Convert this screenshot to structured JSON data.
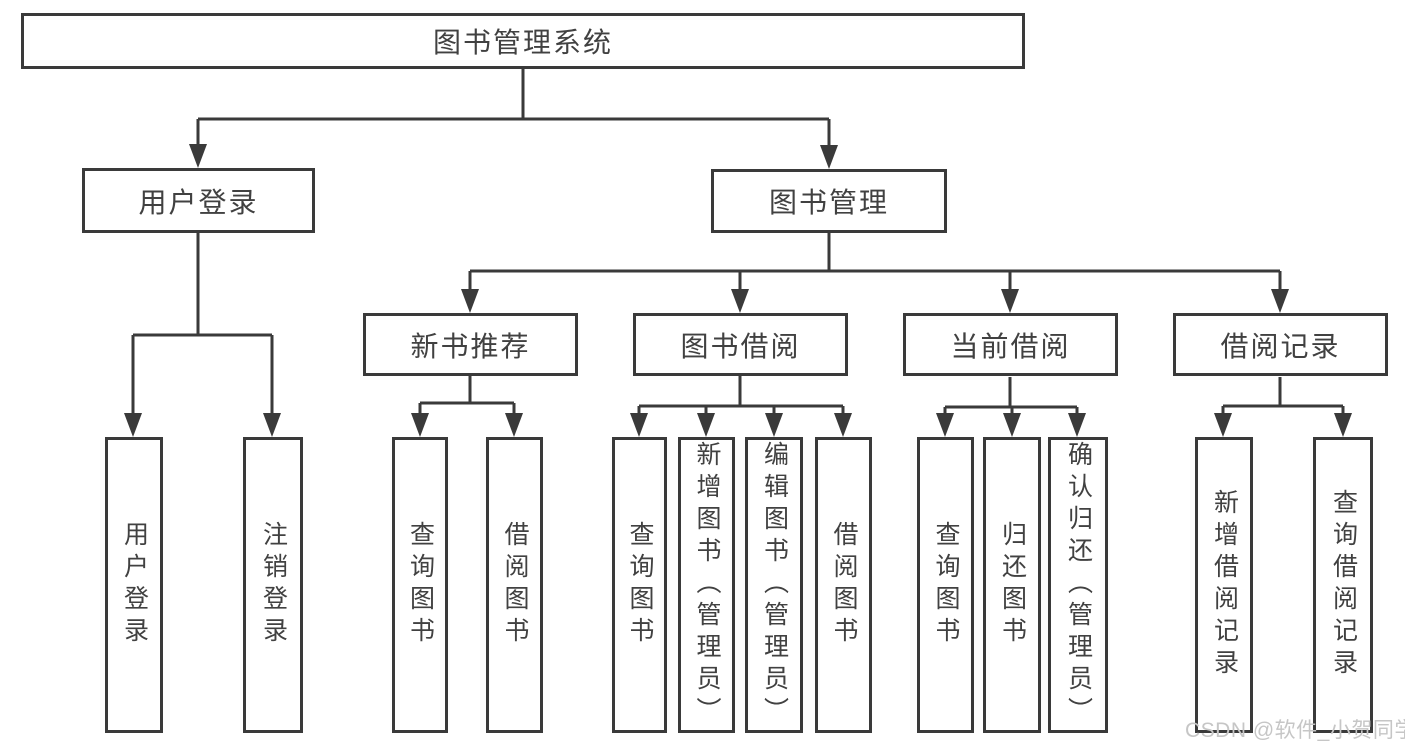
{
  "diagram": {
    "title": "图书管理系统",
    "branches": [
      {
        "label": "用户登录",
        "children": [
          "用户登录",
          "注销登录"
        ]
      },
      {
        "label": "图书管理",
        "modules": [
          {
            "label": "新书推荐",
            "children": [
              "查询图书",
              "借阅图书"
            ]
          },
          {
            "label": "图书借阅",
            "children": [
              "查询图书",
              "新增图书（管理员）",
              "编辑图书（管理员）",
              "借阅图书"
            ]
          },
          {
            "label": "当前借阅",
            "children": [
              "查询图书",
              "归还图书",
              "确认归还（管理员）"
            ]
          },
          {
            "label": "借阅记录",
            "children": [
              "新增借阅记录",
              "查询借阅记录"
            ]
          }
        ]
      }
    ]
  },
  "colors": {
    "line": "#3a3a3a",
    "box_border": "#3a3a3a",
    "text": "#414141",
    "watermark": "#c6c6c6",
    "background": "#ffffff"
  },
  "watermark": {
    "text": "CSDN @软件_小贺同学"
  }
}
